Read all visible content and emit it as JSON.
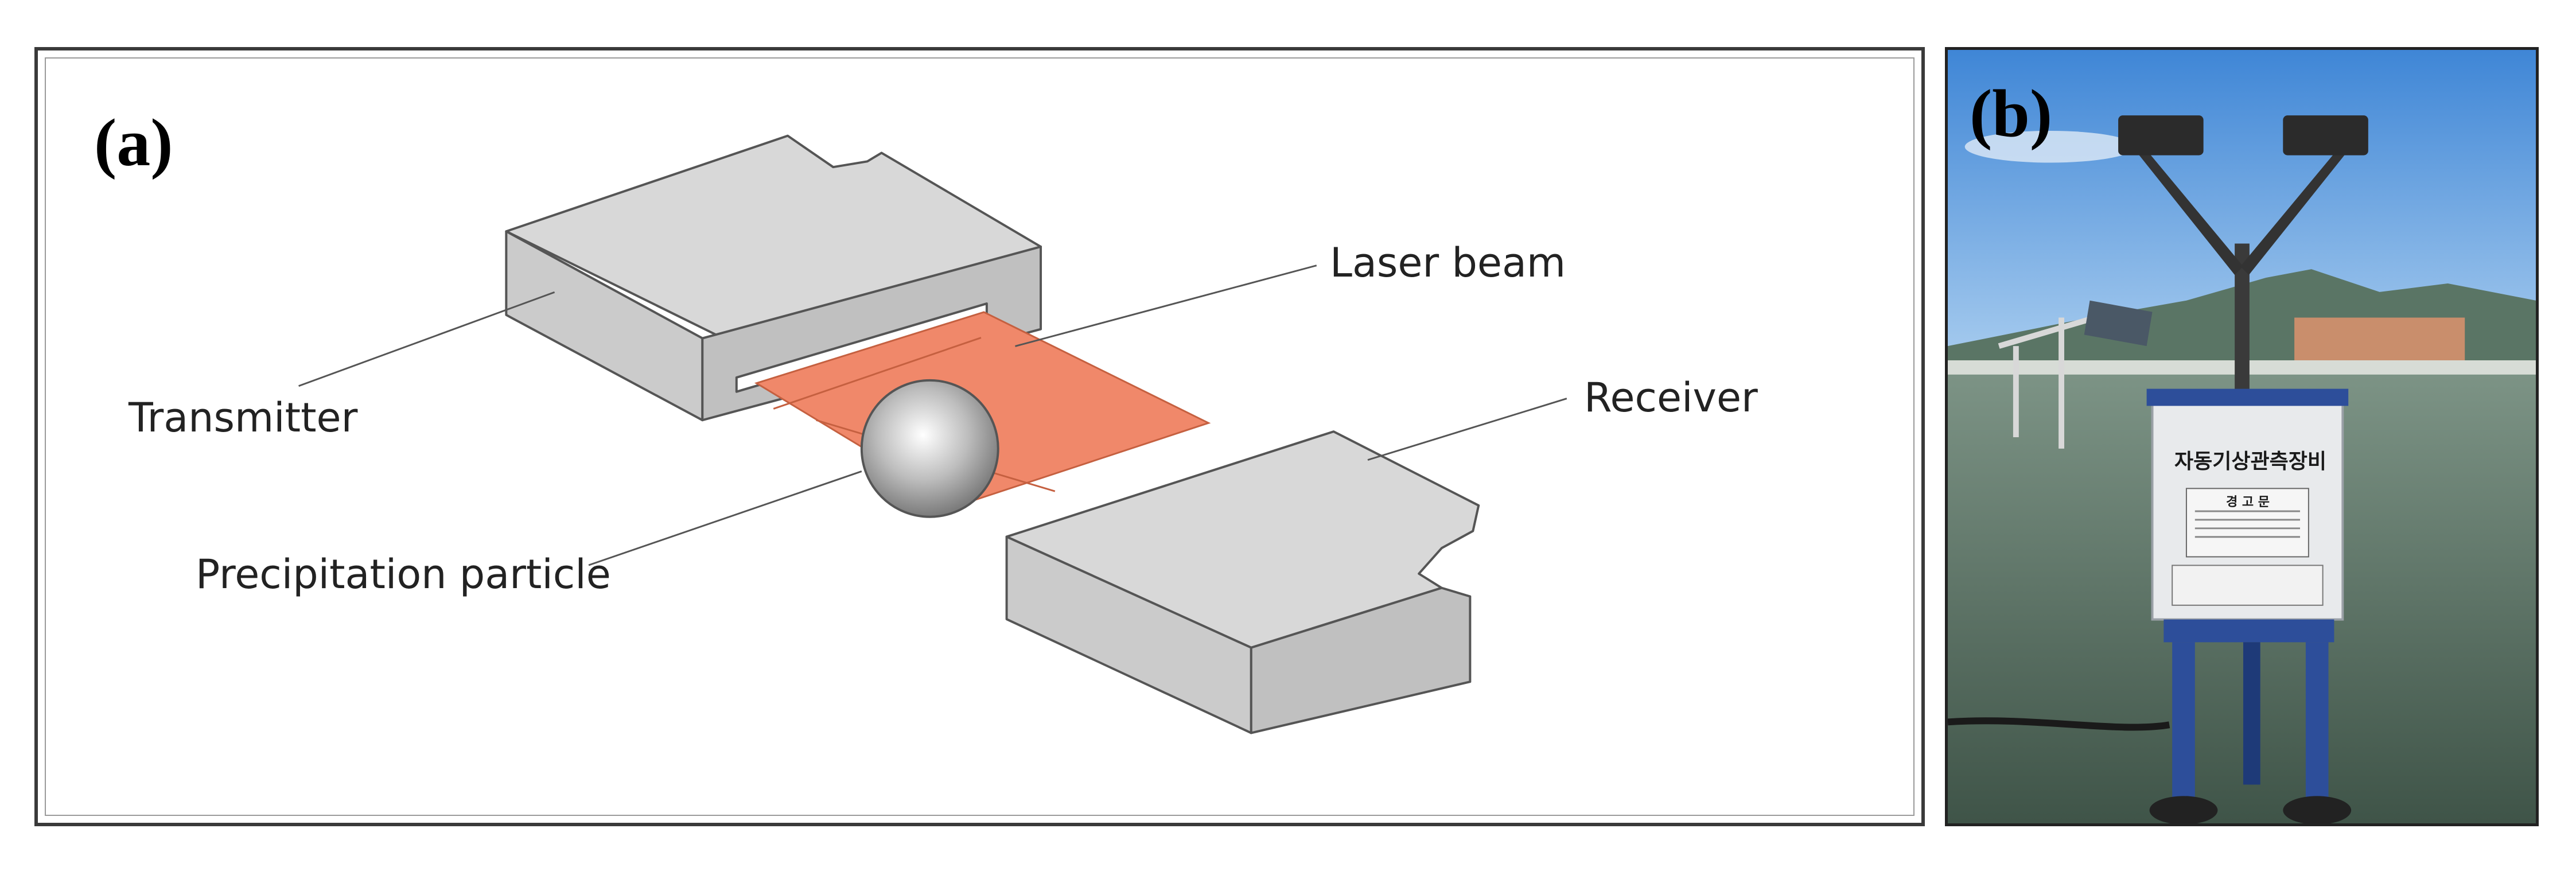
{
  "panel_a": {
    "label": "(a)",
    "labels": {
      "laser_beam": "Laser beam",
      "transmitter": "Transmitter",
      "receiver": "Receiver",
      "particle": "Precipitation particle"
    },
    "colors": {
      "device": "#d4d4d4",
      "beam": "#f0886a",
      "outline": "#555555"
    }
  },
  "panel_b": {
    "label": "(b)",
    "sign_title": "자동기상관측장비",
    "warning_title": "경 고 문"
  }
}
